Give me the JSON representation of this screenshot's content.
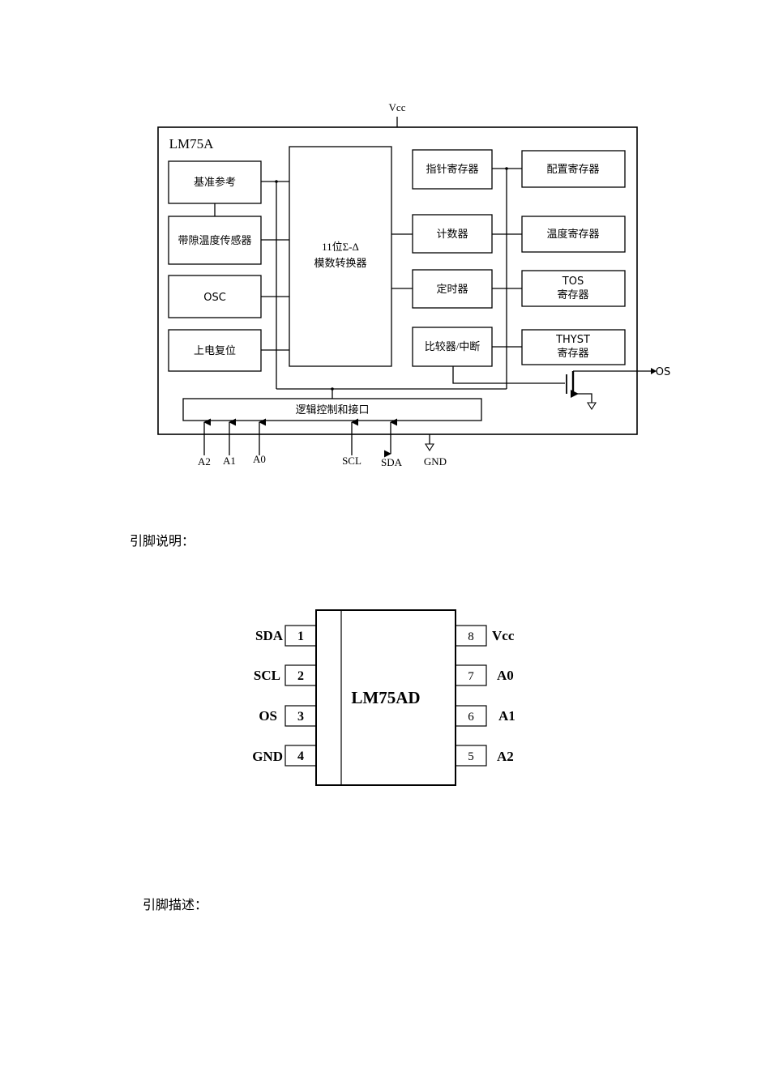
{
  "block_diagram": {
    "vcc_label": "Vcc",
    "chip_name": "LM75A",
    "blocks": {
      "ref": "基准参考",
      "bandgap": "带隙温度传感器",
      "osc": "OSC",
      "por": "上电复位",
      "adc_line1": "11位Σ-Δ",
      "adc_line2": "模数转换器",
      "pointer": "指针寄存器",
      "counter": "计数器",
      "timer": "定时器",
      "comparator": "比较器/中断",
      "config": "配置寄存器",
      "temp": "温度寄存器",
      "tos_line1": "TOS",
      "tos_line2": "寄存器",
      "thyst_line1": "THYST",
      "thyst_line2": "寄存器",
      "logic": "逻辑控制和接口"
    },
    "pins": {
      "a2": "A2",
      "a1": "A1",
      "a0": "A0",
      "scl": "SCL",
      "sda": "SDA",
      "gnd": "GND",
      "os": "OS"
    }
  },
  "captions": {
    "pin_description": "引脚说明：",
    "pin_detail": "引脚描述："
  },
  "package": {
    "part_name": "LM75AD",
    "left_pins": [
      {
        "num": "1",
        "name": "SDA"
      },
      {
        "num": "2",
        "name": "SCL"
      },
      {
        "num": "3",
        "name": "OS"
      },
      {
        "num": "4",
        "name": "GND"
      }
    ],
    "right_pins": [
      {
        "num": "8",
        "name": "Vcc"
      },
      {
        "num": "7",
        "name": "A0"
      },
      {
        "num": "6",
        "name": "A1"
      },
      {
        "num": "5",
        "name": "A2"
      }
    ]
  }
}
